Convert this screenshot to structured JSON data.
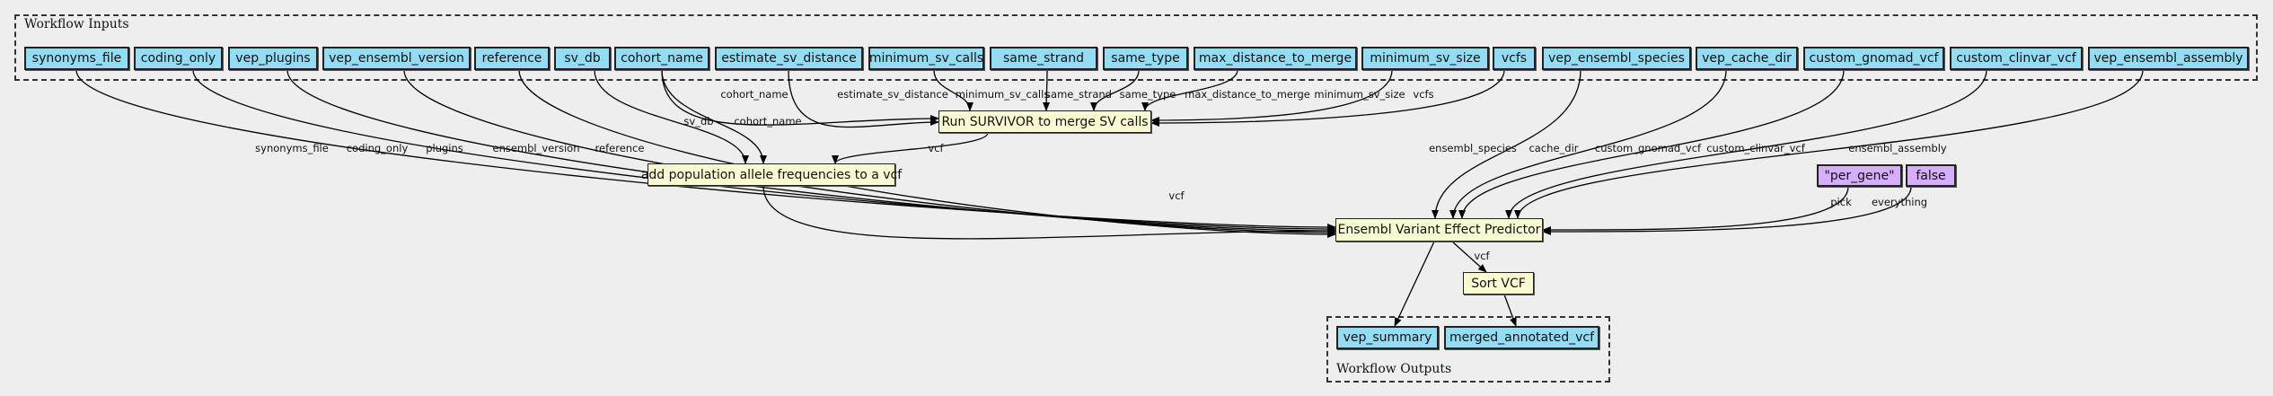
{
  "clusters": {
    "inputs_title": "Workflow Inputs",
    "outputs_title": "Workflow Outputs"
  },
  "colors": {
    "background": "#eeeeee",
    "io_node": "#94dcf4",
    "step_node": "#fafad2",
    "literal_node": "#d5aefc"
  },
  "inputs": [
    {
      "id": "synonyms_file",
      "label": "synonyms_file"
    },
    {
      "id": "coding_only",
      "label": "coding_only"
    },
    {
      "id": "vep_plugins",
      "label": "vep_plugins"
    },
    {
      "id": "vep_ensembl_version",
      "label": "vep_ensembl_version"
    },
    {
      "id": "reference",
      "label": "reference"
    },
    {
      "id": "sv_db",
      "label": "sv_db"
    },
    {
      "id": "cohort_name",
      "label": "cohort_name"
    },
    {
      "id": "estimate_sv_distance",
      "label": "estimate_sv_distance"
    },
    {
      "id": "minimum_sv_calls",
      "label": "minimum_sv_calls"
    },
    {
      "id": "same_strand",
      "label": "same_strand"
    },
    {
      "id": "same_type",
      "label": "same_type"
    },
    {
      "id": "max_distance_to_merge",
      "label": "max_distance_to_merge"
    },
    {
      "id": "minimum_sv_size",
      "label": "minimum_sv_size"
    },
    {
      "id": "vcfs",
      "label": "vcfs"
    },
    {
      "id": "vep_ensembl_species",
      "label": "vep_ensembl_species"
    },
    {
      "id": "vep_cache_dir",
      "label": "vep_cache_dir"
    },
    {
      "id": "custom_gnomad_vcf",
      "label": "custom_gnomad_vcf"
    },
    {
      "id": "custom_clinvar_vcf",
      "label": "custom_clinvar_vcf"
    },
    {
      "id": "vep_ensembl_assembly",
      "label": "vep_ensembl_assembly"
    }
  ],
  "steps": [
    {
      "id": "survivor",
      "label": "Run SURVIVOR to merge SV calls"
    },
    {
      "id": "add_pop",
      "label": "add population allele frequencies to a vcf"
    },
    {
      "id": "vep",
      "label": "Ensembl Variant Effect Predictor"
    },
    {
      "id": "sort",
      "label": "Sort VCF"
    }
  ],
  "literals": [
    {
      "id": "per_gene",
      "label": "\"per_gene\""
    },
    {
      "id": "false",
      "label": "false"
    }
  ],
  "outputs": [
    {
      "id": "vep_summary",
      "label": "vep_summary"
    },
    {
      "id": "merged_annotated_vcf",
      "label": "merged_annotated_vcf"
    }
  ],
  "edges": [
    {
      "from": "cohort_name",
      "to": "survivor",
      "label": "cohort_name"
    },
    {
      "from": "estimate_sv_distance",
      "to": "survivor",
      "label": "estimate_sv_distance"
    },
    {
      "from": "minimum_sv_calls",
      "to": "survivor",
      "label": "minimum_sv_calls"
    },
    {
      "from": "same_strand",
      "to": "survivor",
      "label": "same_strand"
    },
    {
      "from": "same_type",
      "to": "survivor",
      "label": "same_type"
    },
    {
      "from": "max_distance_to_merge",
      "to": "survivor",
      "label": "max_distance_to_merge"
    },
    {
      "from": "minimum_sv_size",
      "to": "survivor",
      "label": "minimum_sv_size"
    },
    {
      "from": "vcfs",
      "to": "survivor",
      "label": "vcfs"
    },
    {
      "from": "sv_db",
      "to": "add_pop",
      "label": "sv_db"
    },
    {
      "from": "cohort_name",
      "to": "add_pop",
      "label": "cohort_name"
    },
    {
      "from": "survivor",
      "to": "add_pop",
      "label": "vcf"
    },
    {
      "from": "synonyms_file",
      "to": "vep",
      "label": "synonyms_file"
    },
    {
      "from": "coding_only",
      "to": "vep",
      "label": "coding_only"
    },
    {
      "from": "vep_plugins",
      "to": "vep",
      "label": "plugins"
    },
    {
      "from": "vep_ensembl_version",
      "to": "vep",
      "label": "ensembl_version"
    },
    {
      "from": "reference",
      "to": "vep",
      "label": "reference"
    },
    {
      "from": "add_pop",
      "to": "vep",
      "label": "vcf"
    },
    {
      "from": "vep_ensembl_species",
      "to": "vep",
      "label": "ensembl_species"
    },
    {
      "from": "vep_cache_dir",
      "to": "vep",
      "label": "cache_dir"
    },
    {
      "from": "custom_gnomad_vcf",
      "to": "vep",
      "label": "custom_gnomad_vcf"
    },
    {
      "from": "custom_clinvar_vcf",
      "to": "vep",
      "label": "custom_clinvar_vcf"
    },
    {
      "from": "vep_ensembl_assembly",
      "to": "vep",
      "label": "ensembl_assembly"
    },
    {
      "from": "per_gene",
      "to": "vep",
      "label": "pick"
    },
    {
      "from": "false",
      "to": "vep",
      "label": "everything"
    },
    {
      "from": "vep",
      "to": "vep_summary",
      "label": ""
    },
    {
      "from": "vep",
      "to": "sort",
      "label": "vcf"
    },
    {
      "from": "sort",
      "to": "merged_annotated_vcf",
      "label": ""
    }
  ]
}
